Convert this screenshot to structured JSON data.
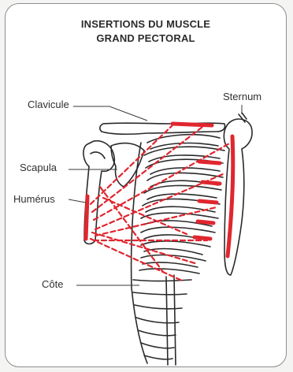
{
  "title": {
    "line1": "INSERTIONS DU MUSCLE",
    "line2": "GRAND PECTORAL"
  },
  "labels": {
    "clavicule": "Clavicule",
    "sternum": "Sternum",
    "scapula": "Scapula",
    "humerus": "Humérus",
    "cote": "Côte"
  },
  "colors": {
    "bone_outline": "#2a2a2a",
    "muscle_insertion": "#e0262f",
    "card_border": "#8e8e8e"
  }
}
